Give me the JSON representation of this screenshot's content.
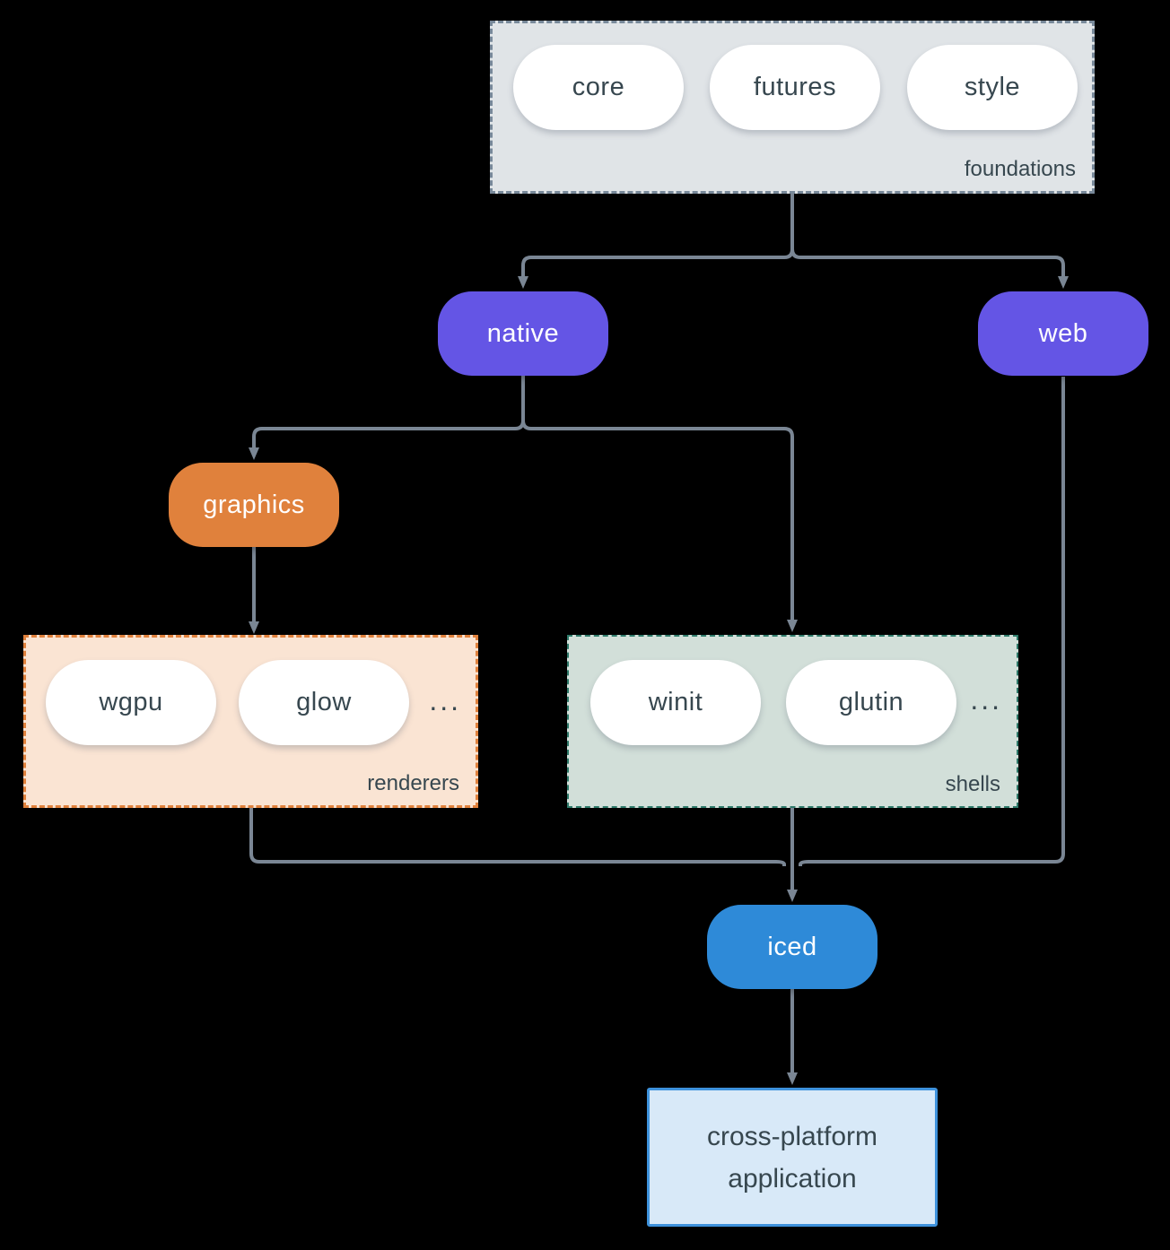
{
  "colors": {
    "background": "#000000",
    "line": "#7A8694",
    "text_dark": "#37474F",
    "pill_white": "#FFFFFF",
    "purple": "#6455E5",
    "orange": "#E0813C",
    "blue": "#2E8AD8",
    "foundations_bg": "#E0E4E7",
    "foundations_border": "#78899A",
    "renderers_bg": "#FAE4D3",
    "renderers_border": "#E0813C",
    "shells_bg": "#D2DFD9",
    "shells_border": "#2E7A6A",
    "app_bg": "#D8E9F8",
    "app_border": "#3E92DC"
  },
  "diagram": {
    "foundations": {
      "label": "foundations",
      "pills": [
        "core",
        "futures",
        "style"
      ]
    },
    "native": {
      "label": "native"
    },
    "web": {
      "label": "web"
    },
    "graphics": {
      "label": "graphics"
    },
    "renderers": {
      "label": "renderers",
      "pills": [
        "wgpu",
        "glow"
      ],
      "ellipsis": "..."
    },
    "shells": {
      "label": "shells",
      "pills": [
        "winit",
        "glutin"
      ],
      "ellipsis": "..."
    },
    "iced": {
      "label": "iced"
    },
    "application": {
      "line1": "cross-platform",
      "line2": "application"
    }
  }
}
